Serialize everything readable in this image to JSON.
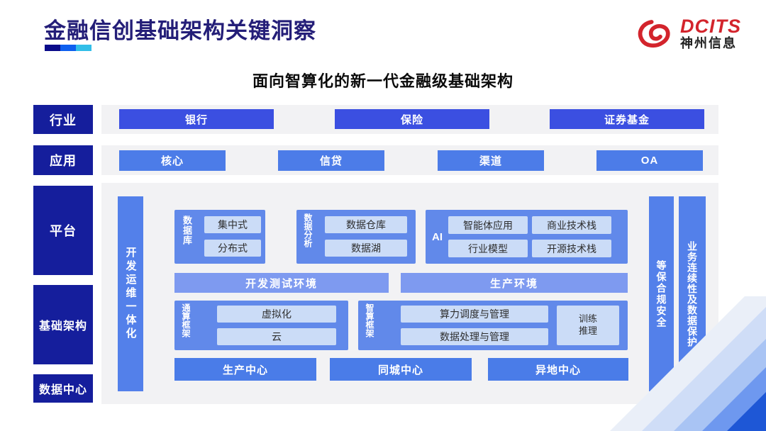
{
  "header": {
    "title": "金融信创基础架构关键洞察",
    "logo_brand": "DCITS",
    "logo_company": "神州信息"
  },
  "subtitle": "面向智算化的新一代金融级基础架构",
  "side_labels": {
    "industry": "行业",
    "application": "应用",
    "platform": "平台",
    "infrastructure": "基础架构",
    "datacenter": "数据中心"
  },
  "industry_row": {
    "items": [
      "银行",
      "保险",
      "证券基金"
    ]
  },
  "application_row": {
    "items": [
      "核心",
      "信贷",
      "渠道",
      "OA"
    ]
  },
  "platform": {
    "devops_bar": "开发运维一体化",
    "database_group": {
      "label": "数据库",
      "items": [
        "集中式",
        "分布式"
      ]
    },
    "analytics_group": {
      "label": "数据分析",
      "items": [
        "数据仓库",
        "数据湖"
      ]
    },
    "ai_group": {
      "label": "AI",
      "items": [
        "智能体应用",
        "商业技术栈",
        "行业模型",
        "开源技术栈"
      ]
    },
    "environments": [
      "开发测试环境",
      "生产环境"
    ],
    "general_framework": {
      "label": "通算框架",
      "items": [
        "虚拟化",
        "云"
      ]
    },
    "ai_framework": {
      "label": "智算框架",
      "items": [
        "算力调度与管理",
        "数据处理与管理"
      ],
      "side_item": "训练推理"
    },
    "centers": [
      "生产中心",
      "同城中心",
      "异地中心"
    ],
    "security_bars": [
      "等保合规安全",
      "业务连续性及数据保护"
    ]
  },
  "colors": {
    "navy_label": "#151E9C",
    "title_text": "#241E78",
    "industry_button": "#3B4FE1",
    "application_button": "#4C7CE8",
    "group_container": "#6189EA",
    "inner_box": "#CBDCF7",
    "environment_bar": "#7E9AF0",
    "vertical_bar": "#5380EA",
    "center_button": "#4A7CE8",
    "gray_band": "#F2F2F4",
    "logo_red": "#D3242C"
  }
}
